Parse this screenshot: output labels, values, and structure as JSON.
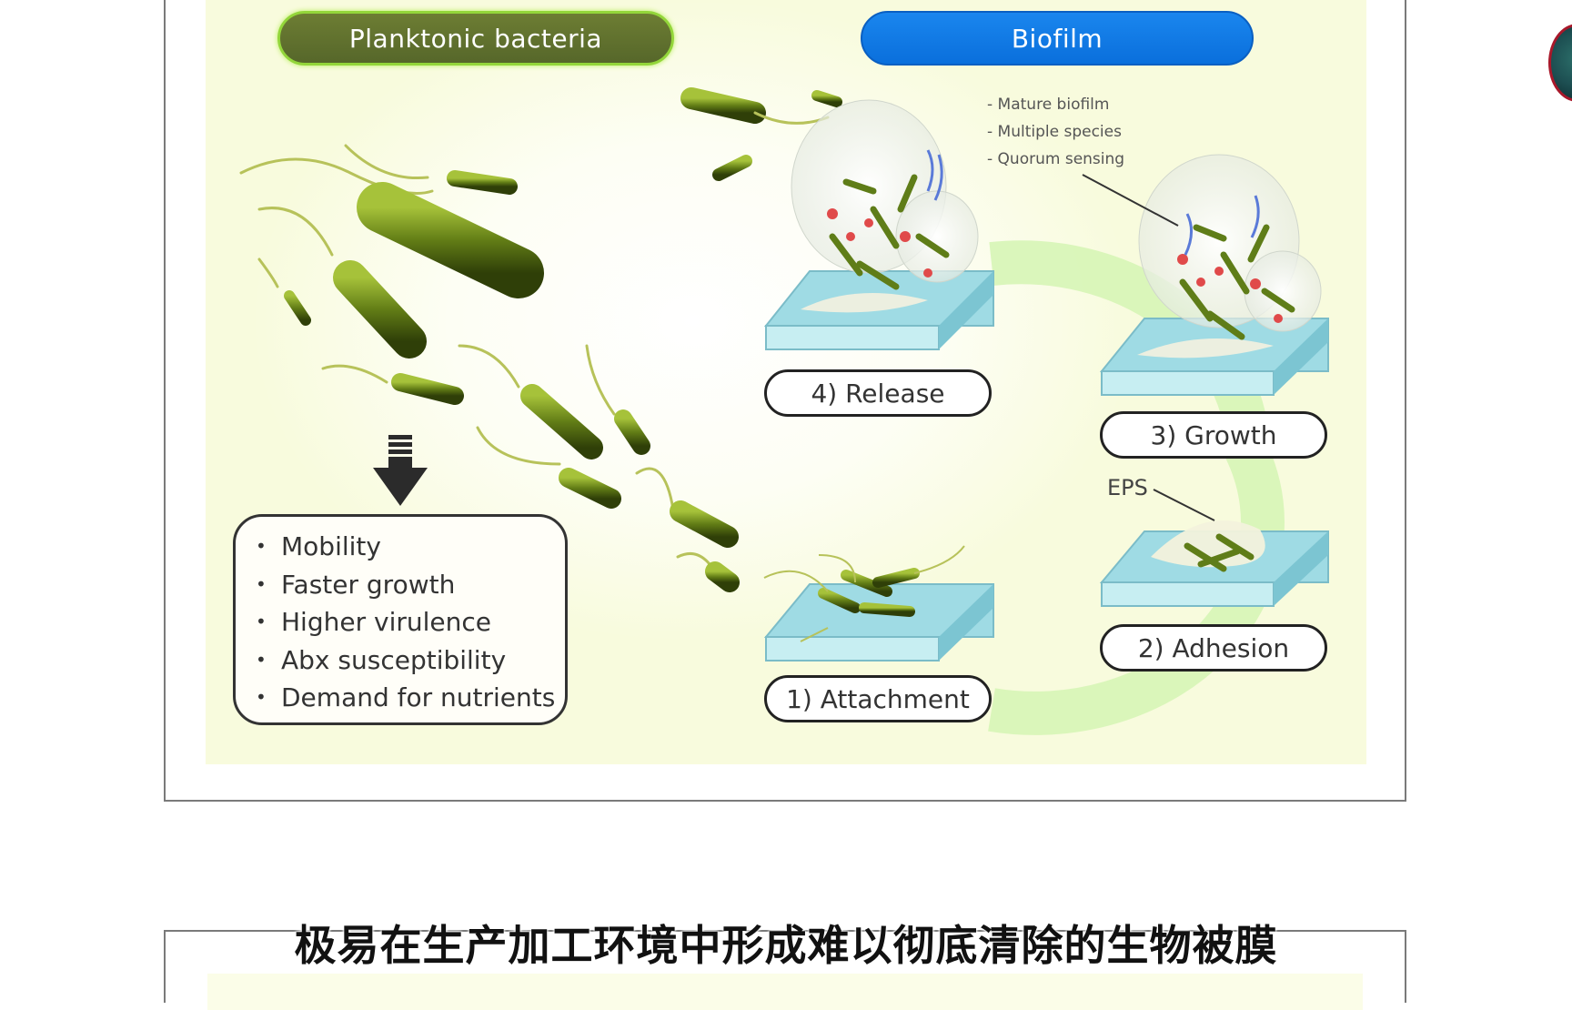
{
  "figure": {
    "headers": {
      "planktonic": "Planktonic bacteria",
      "biofilm": "Biofilm"
    },
    "planktonic_properties": [
      "Mobility",
      "Faster growth",
      "Higher virulence",
      "Abx susceptibility",
      "Demand for nutrients"
    ],
    "stages": {
      "release": "4) Release",
      "growth": "3) Growth",
      "adhesion": "2) Adhesion",
      "attachment": "1) Attachment"
    },
    "biofilm_notes": [
      "Mature biofilm",
      "Multiple species",
      "Quorum sensing"
    ],
    "eps_label": "EPS"
  },
  "caption": "极易在生产加工环境中形成难以彻底清除的生物被膜",
  "icons": {
    "down_arrow": "down-arrow-icon",
    "bullet": "bullet-icon"
  },
  "colors": {
    "planktonic_header": "#5f7030",
    "biofilm_header": "#0d74e2",
    "bacteria": "#6f8a1c",
    "surface": "#8fd3dd",
    "cycle_arrow": "#d6f5b6"
  }
}
